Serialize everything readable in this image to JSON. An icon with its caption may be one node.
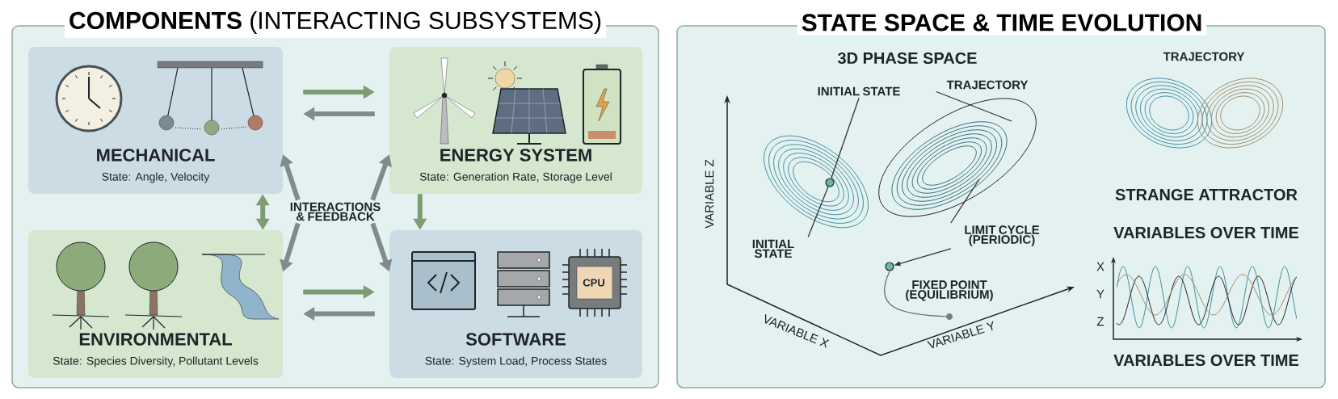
{
  "diagram": {
    "nodes": [
      {
        "text": [
          "**COMPONENTS** (INTERACTING SUBSYSTEMS)"
        ]
      },
      {
        "text": [
          "MECHANICAL",
          "State: Angle, Velocity"
        ],
        "in": 0
      },
      {
        "text": [
          "ENERGY SYSTEM",
          "State: Generation Rate, Storage Level"
        ],
        "in": 0
      },
      {
        "text": [
          "ENVIRONMENTAL",
          "State: Species Diversity, Pollutant Levels"
        ],
        "in": 0
      },
      {
        "text": [
          "SOFTWARE",
          "State: System Load, Process States"
        ],
        "in": 0
      },
      {
        "text": [
          "INTERACTIONS & FEEDBACK"
        ],
        "in": 0
      },
      {
        "text": [
          "STATE SPACE & TIME EVOLUTION"
        ]
      },
      {
        "text": [
          "INITIAL STATE"
        ],
        "in": 6
      },
      {
        "text": [
          "TRAJECTORY"
        ],
        "in": 6
      },
      {
        "text": [
          "INITIAL STATE"
        ],
        "in": 6
      },
      {
        "text": [
          "LIMIT CYCLE (PERIODIC)"
        ],
        "in": 6
      },
      {
        "text": [
          "FIXED POINT (EQUILIBRIUM)"
        ],
        "in": 6
      },
      {
        "text": [],
        "shape": "circle",
        "in": 6
      },
      {
        "text": [],
        "shape": "circle",
        "in": 6
      }
    ],
    "edges": [
      {
        "from": 1,
        "to": 2,
        "arrow": "to",
        "color": "#7d9c74"
      },
      {
        "from": 2,
        "to": 1,
        "arrow": "to"
      },
      {
        "from": 3,
        "to": 4,
        "arrow": "to",
        "color": "#7d9c74"
      },
      {
        "from": 4,
        "to": 3,
        "arrow": "to"
      },
      {
        "from": 1,
        "to": 3,
        "arrow": "both",
        "color": "#7d9c74"
      },
      {
        "from": 2,
        "to": 4,
        "arrow": "to",
        "color": "#7d9c74"
      },
      {
        "from": 5,
        "to": 1,
        "arrow": "to"
      },
      {
        "from": 5,
        "to": 2,
        "arrow": "to"
      },
      {
        "from": 5,
        "to": 3,
        "arrow": "to"
      },
      {
        "from": 5,
        "to": 4,
        "arrow": "to"
      },
      {
        "from": 7,
        "to": 12,
        "arrow": "none",
        "color": "#333333"
      },
      {
        "from": 9,
        "to": 12,
        "arrow": "none",
        "color": "#333333"
      },
      {
        "from": 8,
        "to": null,
        "arrow": "none",
        "color": "#333333"
      },
      {
        "from": 10,
        "to": null,
        "arrow": "none",
        "color": "#333333"
      },
      {
        "from": 10,
        "to": 13,
        "arrow": "to",
        "color": "#333333"
      }
    ],
    "labels": [
      "CPU",
      "3D PHASE SPACE",
      "VARIABLE Z",
      "VARIABLE X",
      "VARIABLE Y",
      "TRAJECTORY",
      "STRANGE ATTRACTOR",
      "VARIABLES OVER TIME",
      "X",
      "Y",
      "Z",
      "VARIABLES OVER TIME"
    ]
  }
}
